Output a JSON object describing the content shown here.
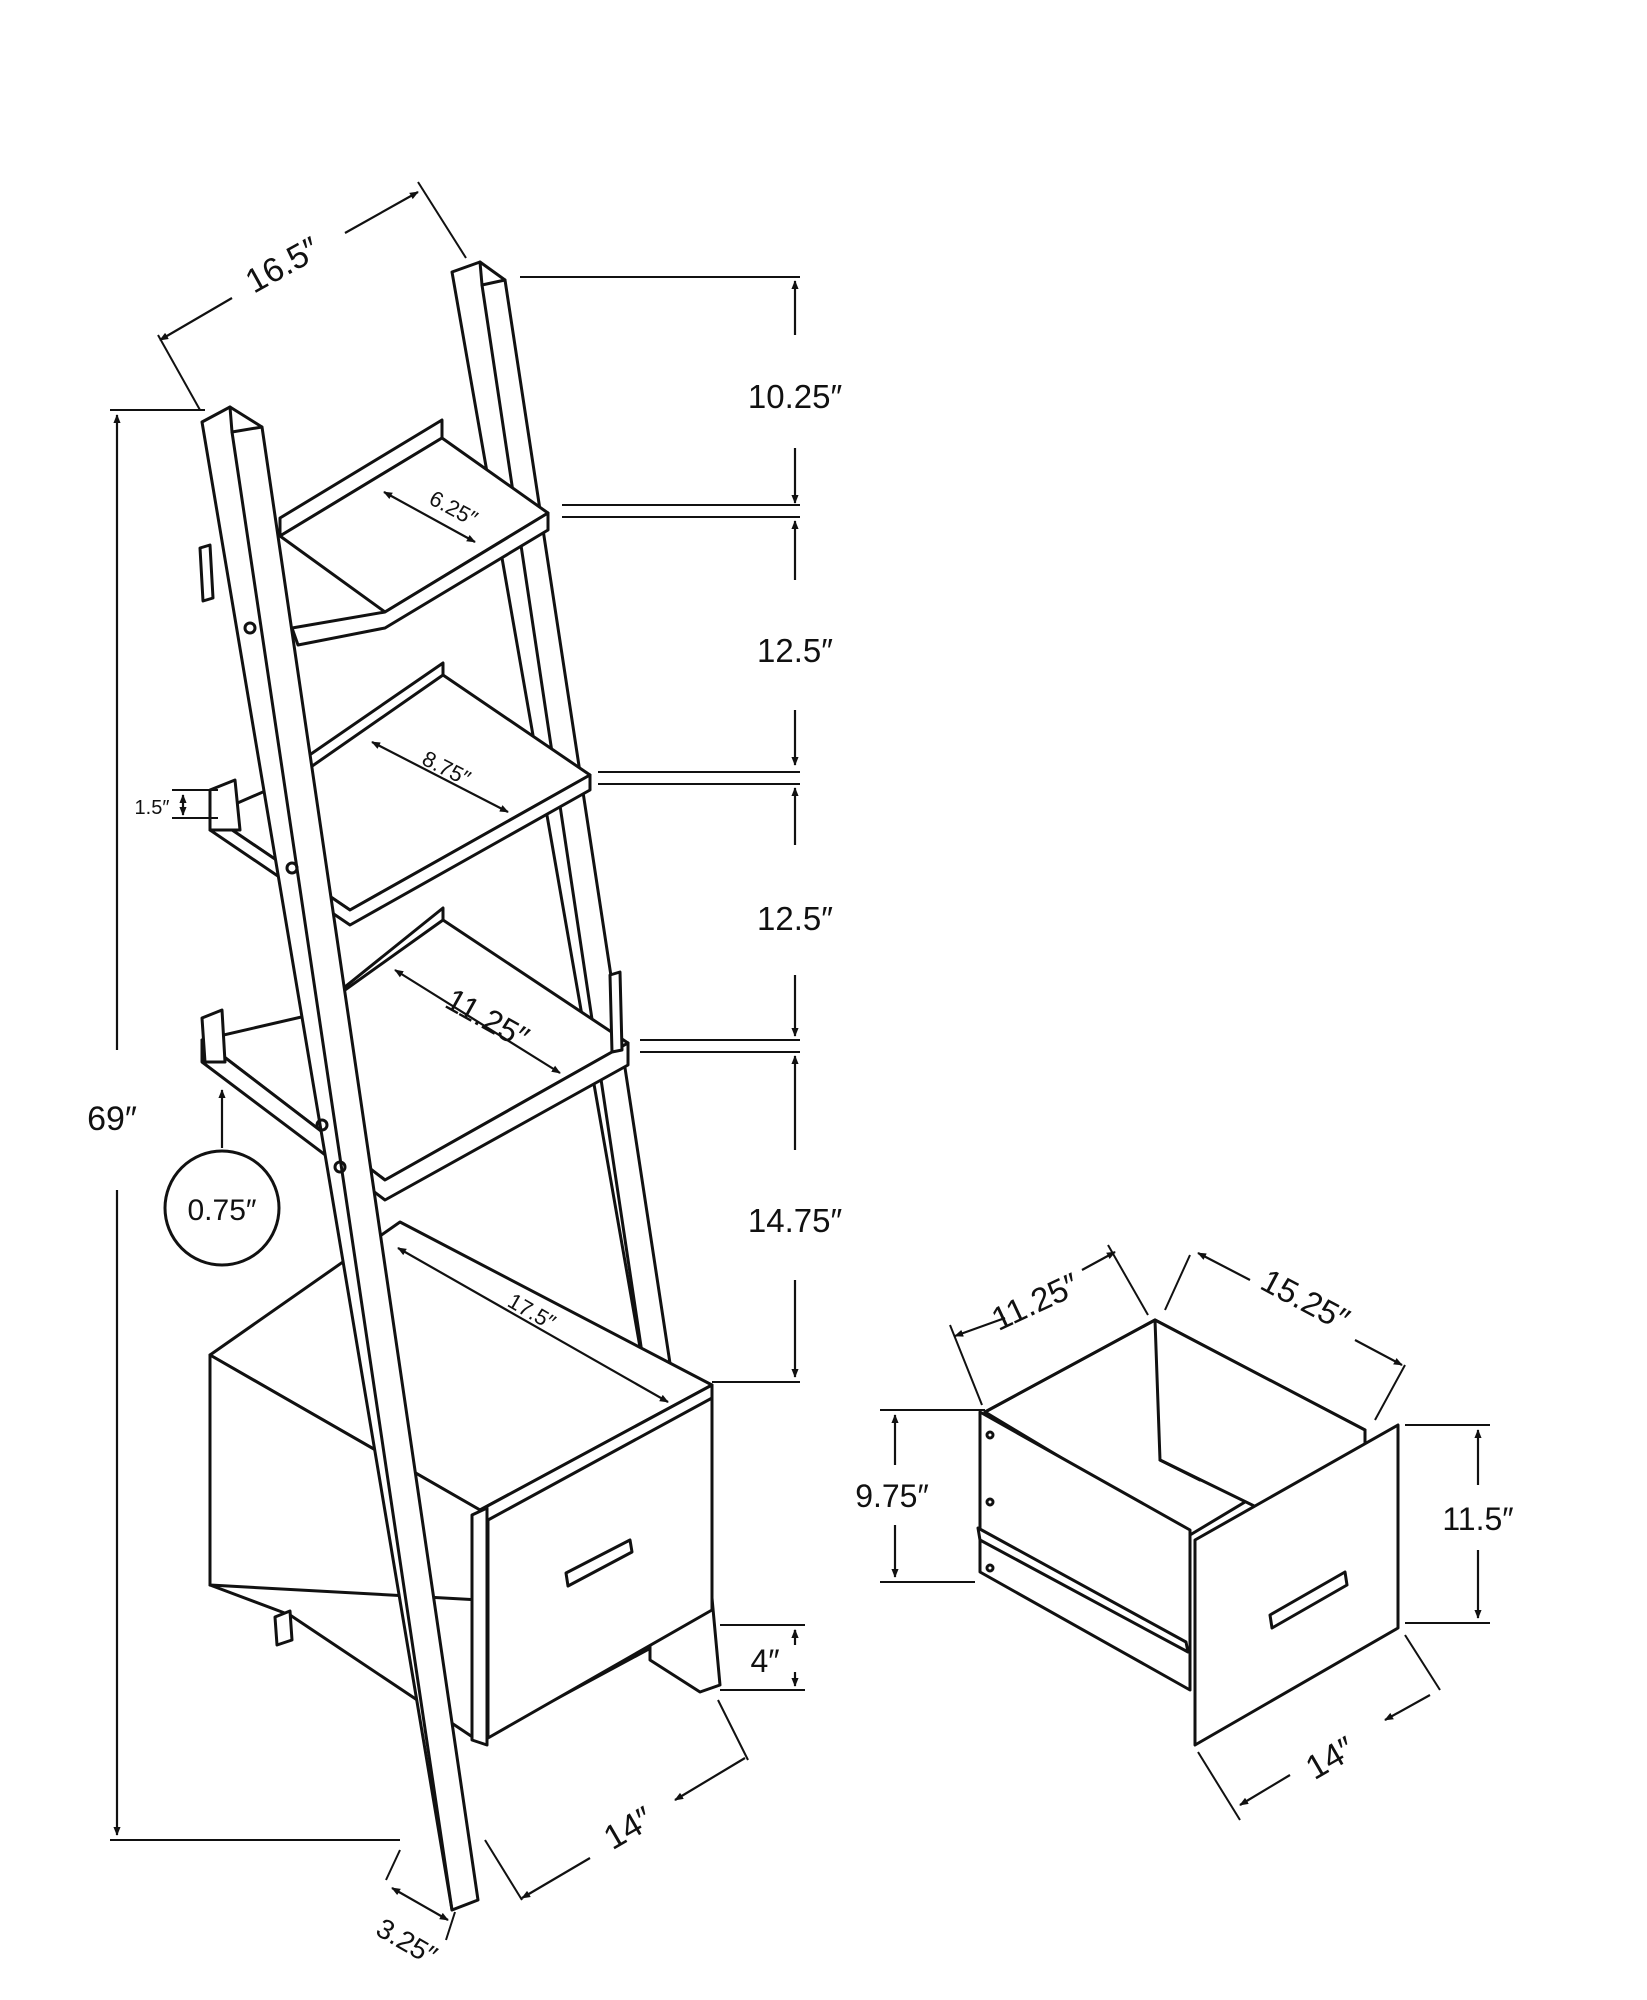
{
  "colors": {
    "ink": "#111111",
    "paper": "#ffffff"
  },
  "labels": {
    "overall_width": "16.5″",
    "gap_top": "10.25″",
    "gap_upper": "12.5″",
    "gap_middle": "12.5″",
    "gap_lower": "14.75″",
    "overall_height": "69″",
    "shelf1_depth": "6.25″",
    "shelf2_depth": "8.75″",
    "shelf3_depth": "11.25″",
    "lip_height": "1.5″",
    "shelf_thickness": "0.75″",
    "cabinet_depth": "17.5″",
    "leg_height": "4″",
    "base_width": "14″",
    "rail_depth": "3.25″",
    "drawer_depth": "11.25″",
    "drawer_length": "15.25″",
    "drawer_inner_height": "9.75″",
    "drawer_front_height": "11.5″",
    "drawer_width": "14″"
  }
}
